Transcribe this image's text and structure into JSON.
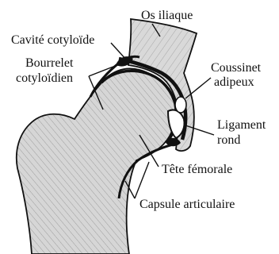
{
  "figure": {
    "labels": {
      "os_iliaque": "Os iliaque",
      "cavite_cotyloide": "Cavité cotyloïde",
      "bourrelet_line1": "Bourrelet",
      "bourrelet_line2": "cotyloïdien",
      "coussinet_line1": "Coussinet",
      "coussinet_line2": "adipeux",
      "ligament_line1": "Ligament",
      "ligament_line2": "rond",
      "tete_femorale": "Tête fémorale",
      "capsule_articulaire": "Capsule articulaire"
    },
    "colors": {
      "bone_fill": "#dcdcdc",
      "outline": "#111111",
      "cartilage": "#111111",
      "background": "#ffffff"
    }
  }
}
